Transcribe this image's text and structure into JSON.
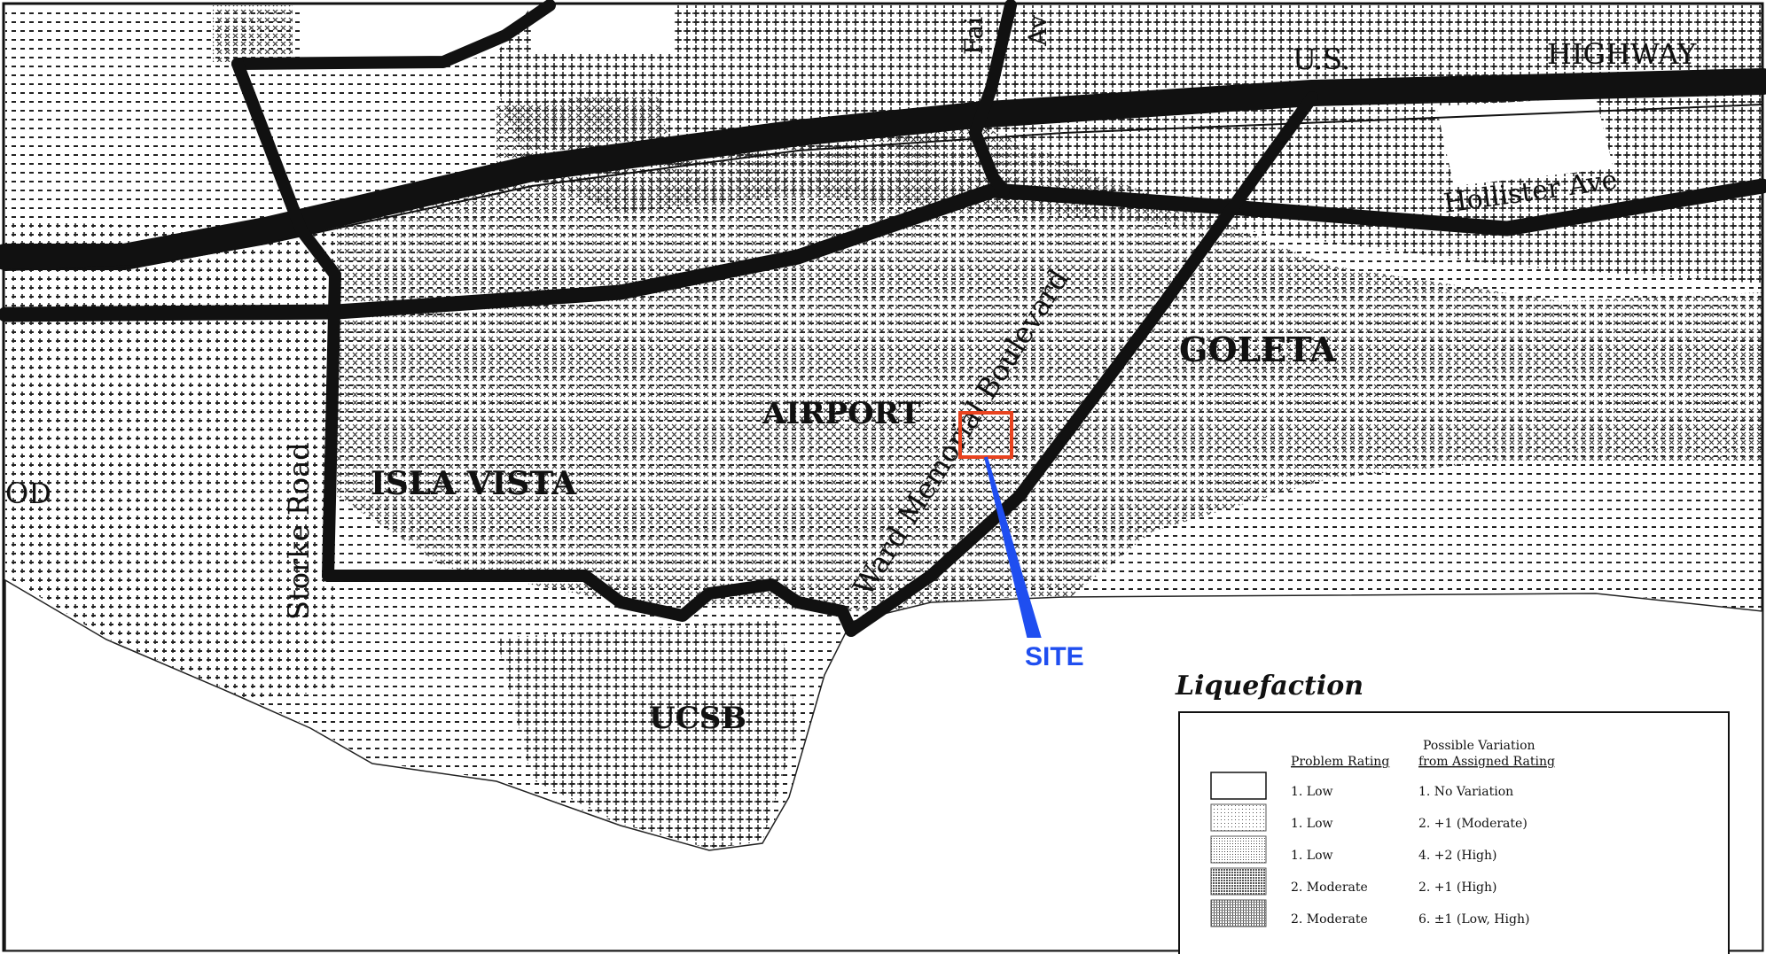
{
  "map": {
    "labels": {
      "us": "U.S.",
      "highway": "HIGHWAY",
      "hollister": "Hollister Ave",
      "goleta": "GOLETA",
      "airport": "AIRPORT",
      "isla_vista": "ISLA VISTA",
      "storke": "Storke Road",
      "ward": "Ward Memorial Boulevard",
      "ucsb": "UCSB",
      "od": "OD",
      "fai": "Fai",
      "av": "Av"
    },
    "site_label": "SITE",
    "colors": {
      "site_box": "#e8431f",
      "site_text": "#1f4ef0",
      "site_line": "#1f4ef0",
      "ink": "#111111"
    }
  },
  "legend": {
    "title": "Liquefaction",
    "header_problem": "Problem Rating",
    "header_variation_1": "Possible Variation",
    "header_variation_2": "from Assigned Rating",
    "rows": [
      {
        "problem": "1.  Low",
        "variation": "1.  No Variation",
        "swatch": "blank"
      },
      {
        "problem": "1.  Low",
        "variation": "2.  +1 (Moderate)",
        "swatch": "dots"
      },
      {
        "problem": "1.  Low",
        "variation": "4.  +2 (High)",
        "swatch": "dots2"
      },
      {
        "problem": "2.  Moderate",
        "variation": "2.  +1 (High)",
        "swatch": "plus"
      },
      {
        "problem": "2.  Moderate",
        "variation": "6.  ±1 (Low, High)",
        "swatch": "xs"
      }
    ]
  }
}
